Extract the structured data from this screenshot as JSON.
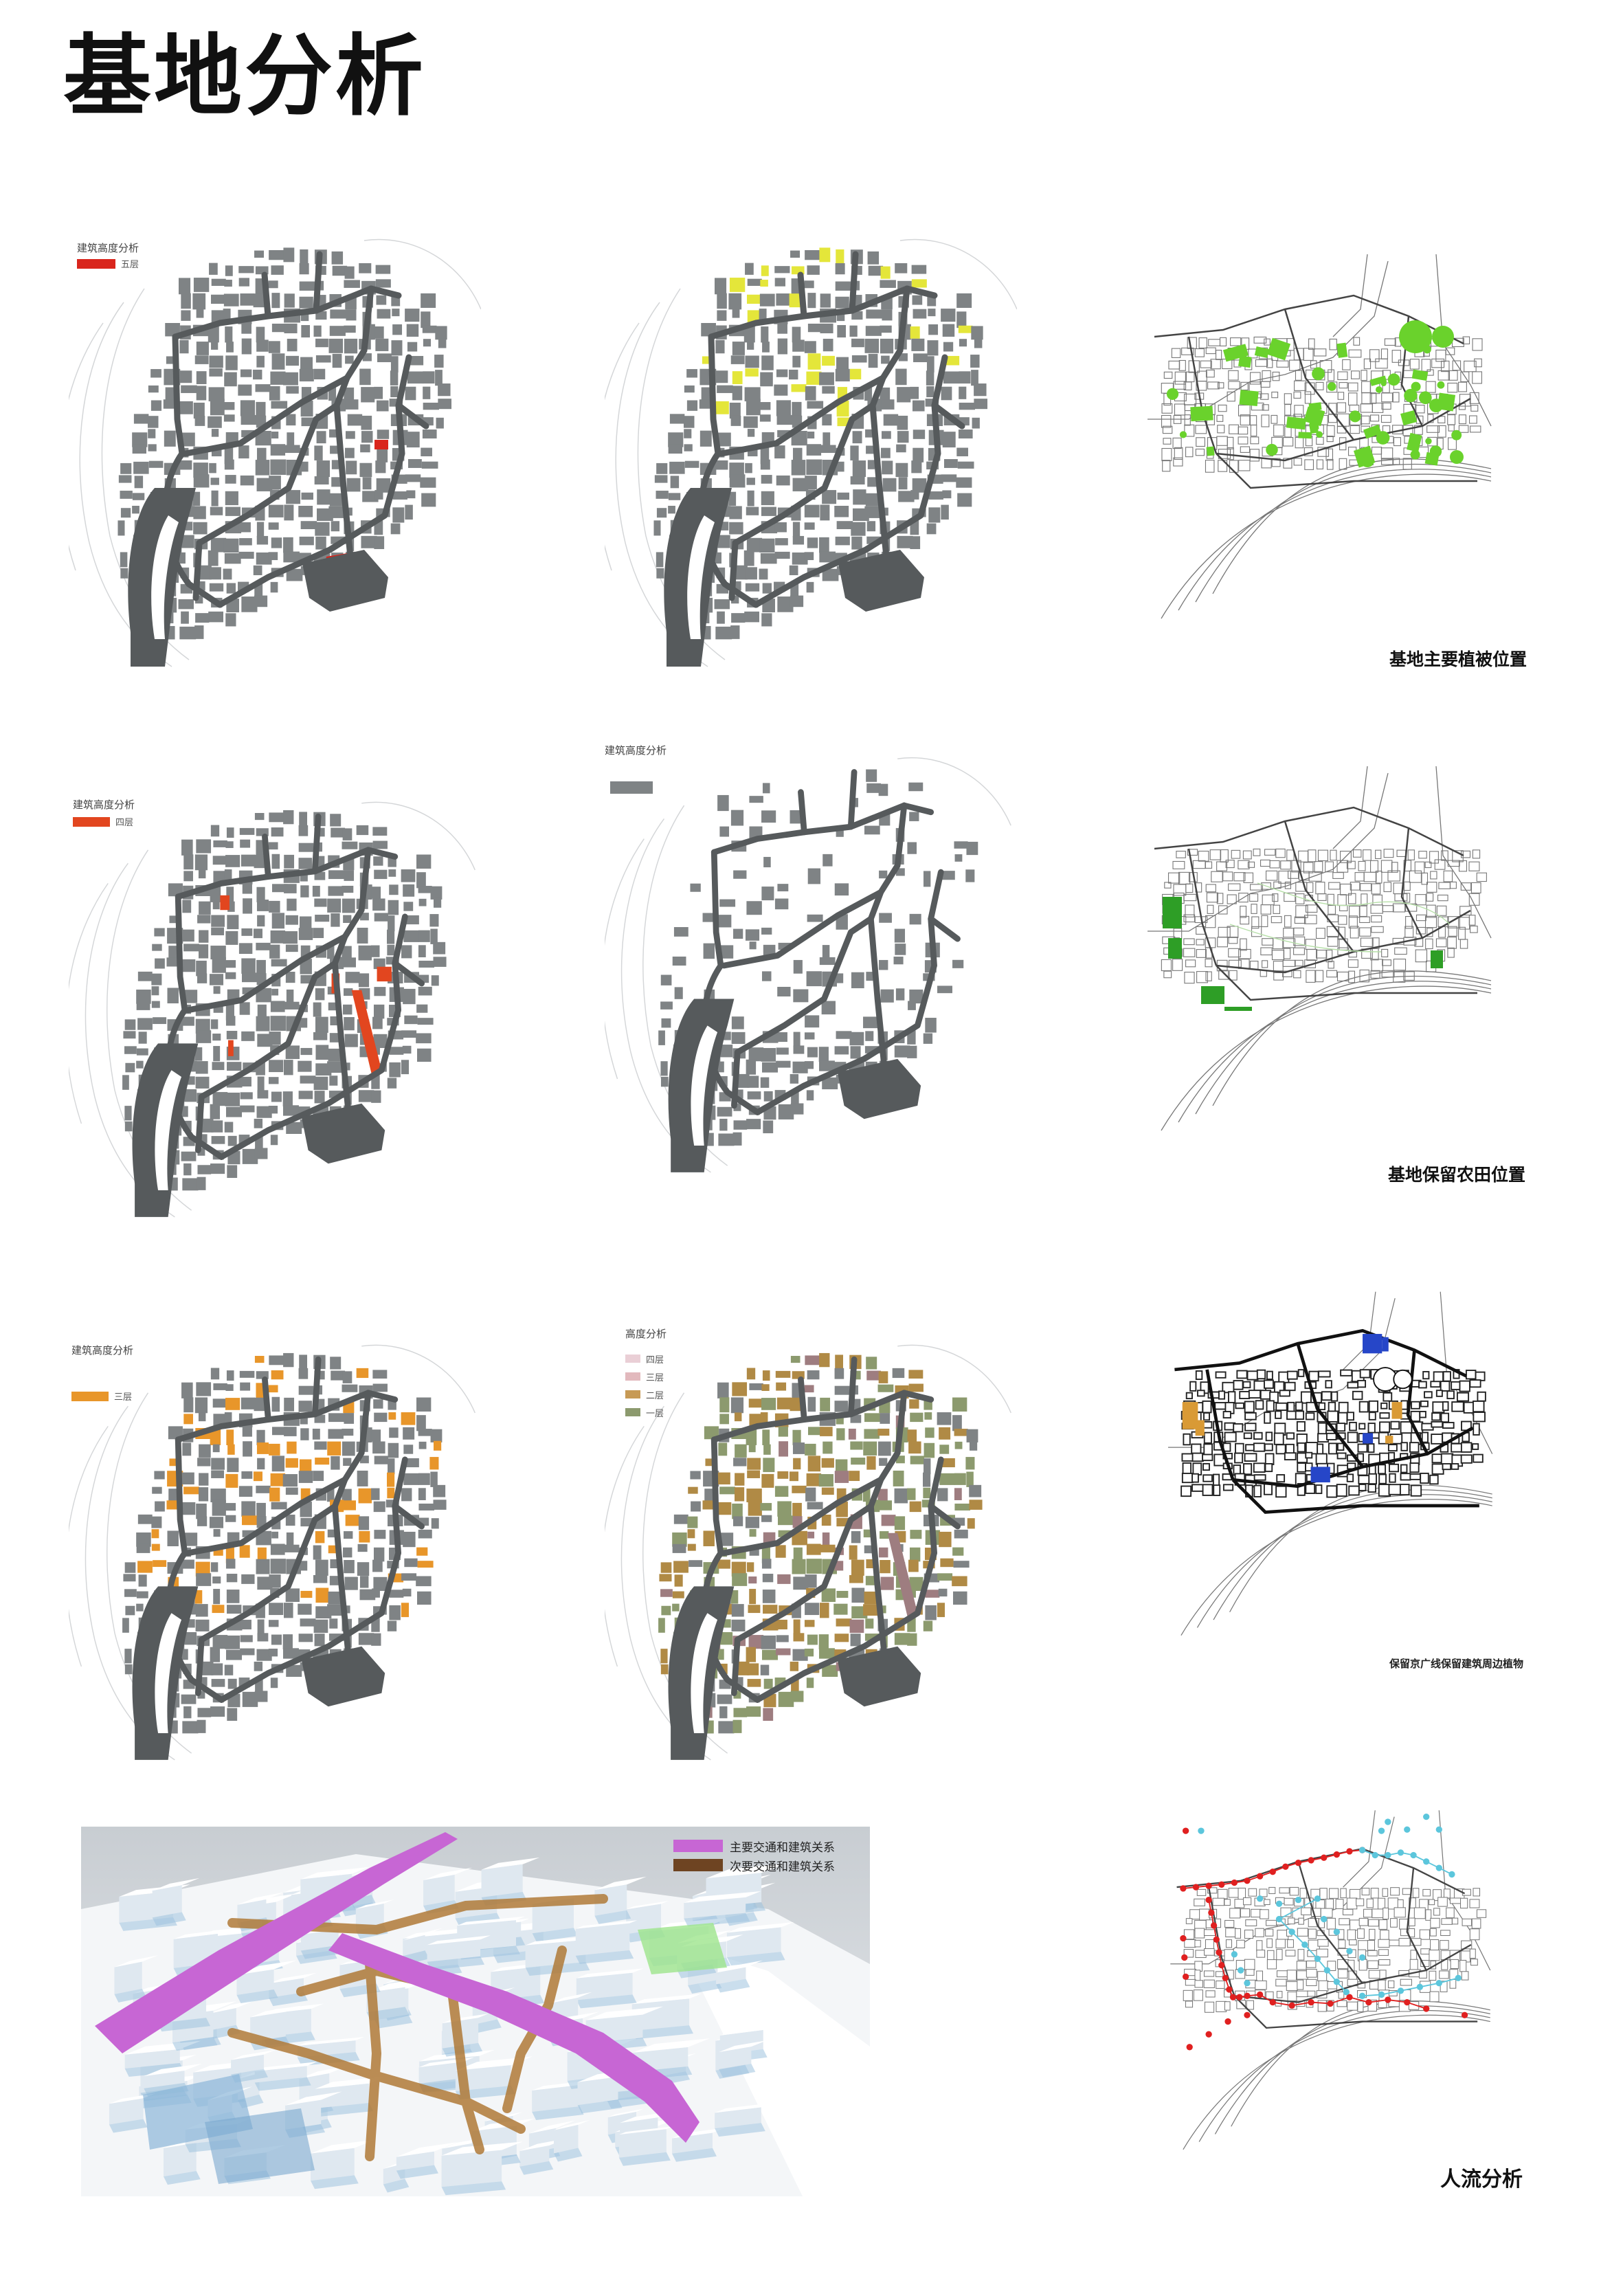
{
  "page": {
    "title": "基地分析"
  },
  "colors": {
    "building_gray": "#7f8385",
    "road_dark": "#565a5c",
    "five_floor": "#d9251c",
    "four_floor": "#e2461f",
    "three_floor": "#e8962a",
    "vegetation": "#6ad22c",
    "farmland": "#2e9e26",
    "yellow_highlight": "#e4e63a",
    "preserved_blue": "#2646c8",
    "preserved_orange": "#d99a35",
    "main_traffic": "#c766d4",
    "secondary_traffic": "#6e4422",
    "flow_red": "#e02020",
    "flow_cyan": "#5cc6dc",
    "height_two": "#b08a45",
    "height_one": "#8c9a6e",
    "height_four": "#9e7d80"
  },
  "legends": {
    "five": {
      "title": "建筑高度分析",
      "label": "五层"
    },
    "four": {
      "title": "建筑高度分析",
      "label": "四层"
    },
    "three": {
      "title": "建筑高度分析",
      "label": "三层"
    },
    "gray": {
      "title": "建筑高度分析"
    },
    "height": {
      "title": "高度分析",
      "items": [
        "四层",
        "三层",
        "二层",
        "一层"
      ]
    }
  },
  "captions": {
    "vegetation": "基地主要植被位置",
    "farmland": "基地保留农田位置",
    "preserved": "保留京广线保留建筑周边植物",
    "flow": "人流分析"
  },
  "traffic_legend": {
    "main": "主要交通和建筑关系",
    "secondary": "次要交通和建筑关系"
  }
}
